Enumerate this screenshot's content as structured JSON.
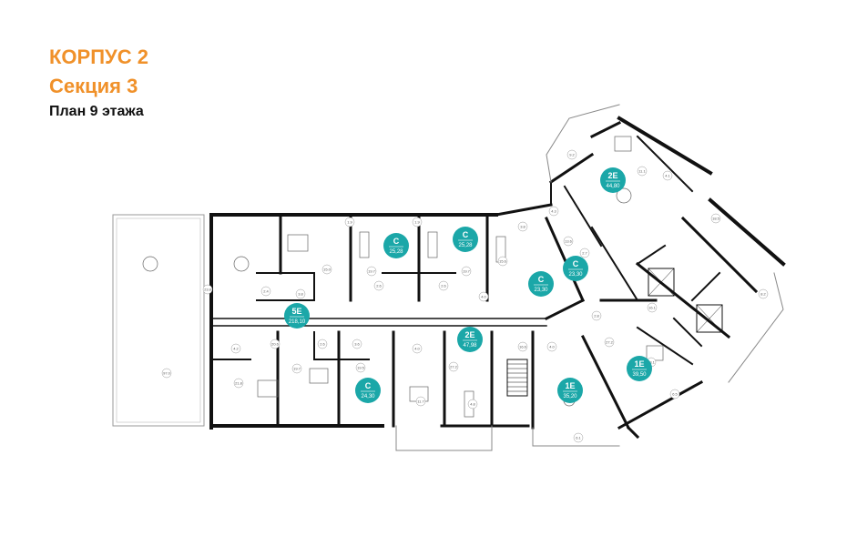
{
  "header": {
    "building": "КОРПУС 2",
    "section": "Секция 3",
    "floor_plan": "План 9 этажа"
  },
  "colors": {
    "accent_orange": "#f0912a",
    "badge_teal": "#1ba7a8",
    "wall": "#111111"
  },
  "apartments": [
    {
      "id": "5E-218",
      "name": "5E",
      "area": "218,10"
    },
    {
      "id": "C-2528",
      "name": "C",
      "area": "25,28"
    },
    {
      "id": "C-2528b",
      "name": "C",
      "area": "25,28"
    },
    {
      "id": "C-2330",
      "name": "C",
      "area": "23,30"
    },
    {
      "id": "C-2330b",
      "name": "C",
      "area": "23,30"
    },
    {
      "id": "2E-4480",
      "name": "2E",
      "area": "44,80"
    },
    {
      "id": "2E-4798",
      "name": "2E",
      "area": "47,98"
    },
    {
      "id": "C-2430",
      "name": "C",
      "area": "24,30"
    },
    {
      "id": "1E-3520",
      "name": "1E",
      "area": "35,20"
    },
    {
      "id": "1E-3950",
      "name": "1E",
      "area": "39,50"
    }
  ],
  "room_labels": [
    "23.8",
    "2.4",
    "3.8",
    "15.0",
    "1.9",
    "19.7",
    "2.6",
    "1.9",
    "2.6",
    "19.7",
    "4.0",
    "15.6",
    "3.8",
    "4.3",
    "13.6",
    "2.7",
    "9.2",
    "11.1",
    "4.1",
    "18.5",
    "8.2",
    "16.1",
    "2.8",
    "27.2",
    "23.1",
    "4.2",
    "21.8",
    "20.6",
    "19.7",
    "2.6",
    "3.6",
    "19.5",
    "4.0",
    "11.7",
    "27.2",
    "4.8",
    "16.6",
    "4.0",
    "6.5",
    "6.1",
    "97.0"
  ]
}
